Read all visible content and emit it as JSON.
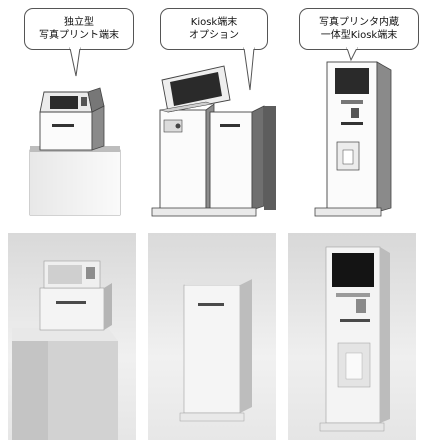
{
  "options": [
    {
      "id": "standalone",
      "caption_lines": [
        "独立型",
        "写真プリント端末"
      ]
    },
    {
      "id": "kiosk_option",
      "caption_lines": [
        "Kiosk端末",
        "オプション"
      ]
    },
    {
      "id": "integrated",
      "caption_lines": [
        "写真プリンタ内蔵",
        "一体型Kiosk端末"
      ]
    }
  ],
  "photos": [
    {
      "id": "standalone-photo"
    },
    {
      "id": "kiosk-option-photo"
    },
    {
      "id": "integrated-photo"
    }
  ]
}
